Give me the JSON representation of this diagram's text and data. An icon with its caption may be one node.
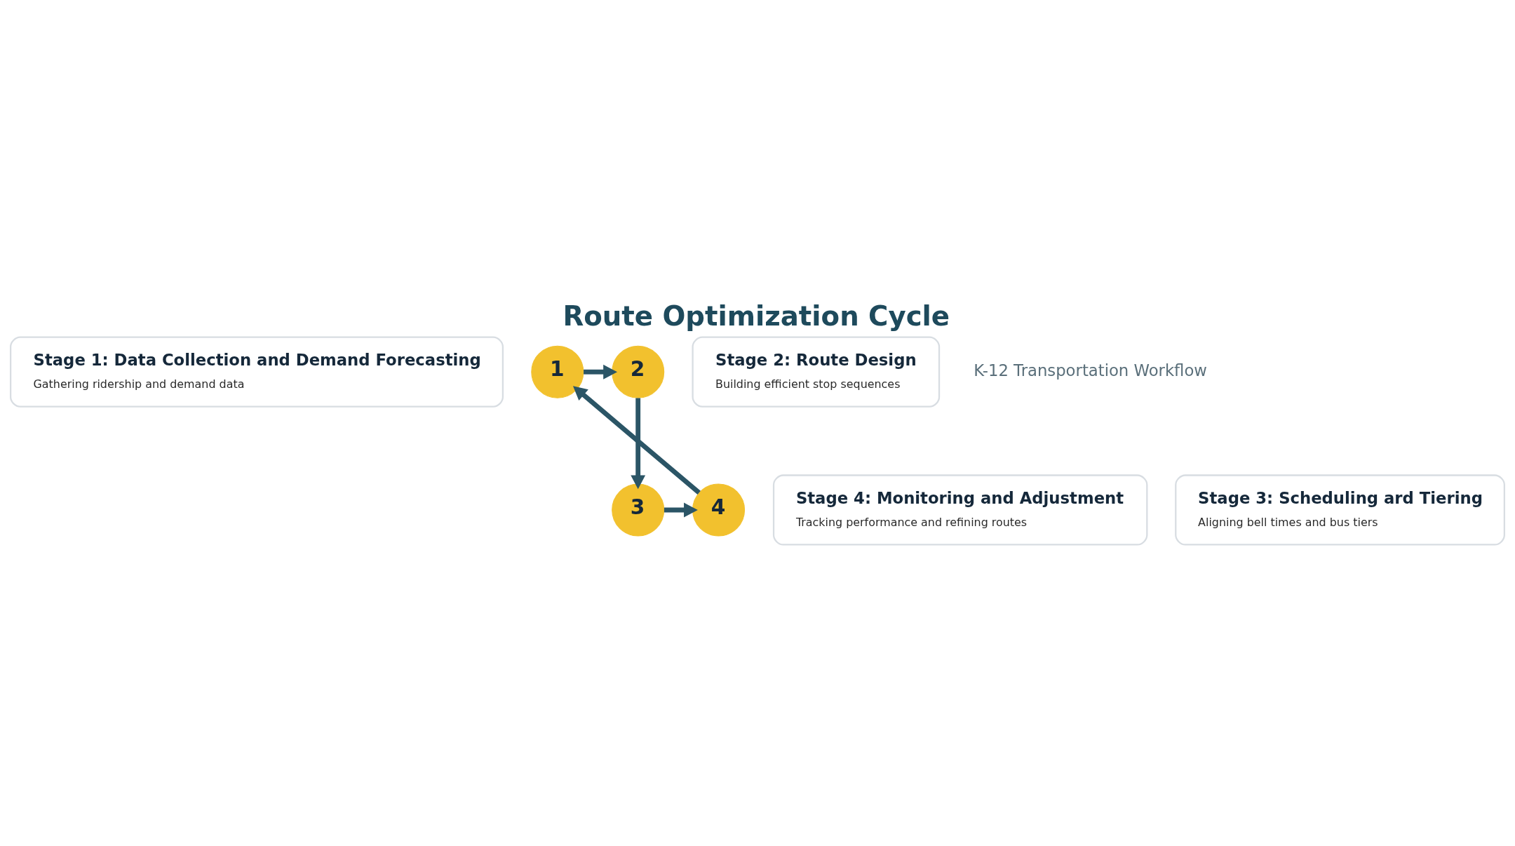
{
  "diagram": {
    "title": "Route Optimization Cycle",
    "nodes": [
      {
        "text": [
          "Stage 1: Data Collection and Demand Forecasting",
          "Gathering ridership and demand data"
        ]
      },
      {
        "text": [
          "1"
        ]
      },
      {
        "text": [
          "2"
        ]
      },
      {
        "text": [
          "Stage 2: Route Design",
          "Building efficient stop sequences"
        ]
      },
      {
        "text": [
          "Stage 4: Monitoring and Adjustment",
          "Tracking performance and refining routes"
        ]
      },
      {
        "text": [
          "4"
        ]
      },
      {
        "text": [
          "3"
        ]
      },
      {
        "text": [
          "Stage 3: Scheduling ard Tiering",
          "Aligning bell times and bus tiers"
        ]
      }
    ],
    "edges": [
      {
        "from": 1,
        "to": 2,
        "arrow": "to"
      },
      {
        "from": 2,
        "to": 6,
        "arrow": "to"
      },
      {
        "from": 6,
        "to": 5,
        "arrow": "to"
      },
      {
        "from": 5,
        "to": 1,
        "arrow": "to"
      }
    ],
    "labels": [
      "K-12 Transportation Workflow"
    ]
  }
}
